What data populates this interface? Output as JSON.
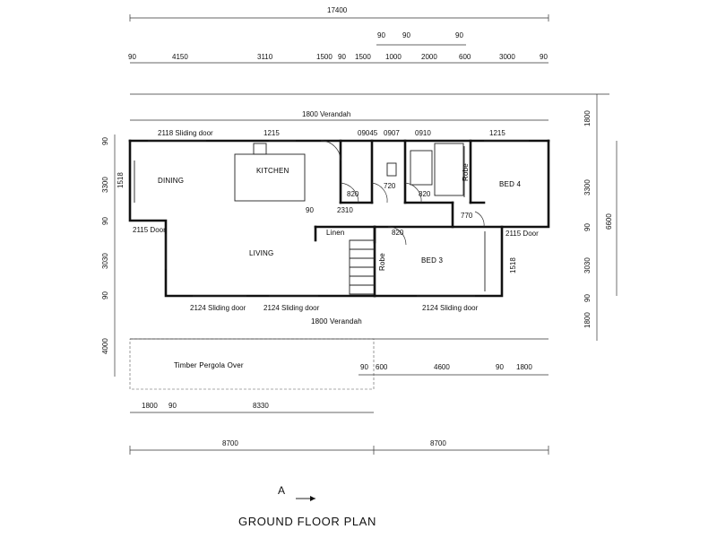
{
  "title": "GROUND FLOOR PLAN",
  "section": "A",
  "rooms": {
    "dining": "DINING",
    "kitchen": "KITCHEN",
    "living": "LIVING",
    "bed3": "BED 3",
    "bed4": "BED 4",
    "linen": "Linen",
    "robe": "Robe",
    "verandah": "1800 Verandah",
    "pergola": "Timber Pergola Over"
  },
  "doors": {
    "sliding_2118": "2118 Sliding door",
    "sliding_2124": "2124 Sliding door",
    "door_2115": "2115 Door"
  },
  "dims": {
    "overall": "17400",
    "d90": "90",
    "d4150": "4150",
    "d3110": "3110",
    "d1500": "1500",
    "d1000": "1000",
    "d2000": "2000",
    "d600": "600",
    "d3000": "3000",
    "d1215": "1215",
    "d09045": "09045",
    "d0907": "0907",
    "d0910": "0910",
    "d820": "820",
    "d720": "720",
    "d770": "770",
    "d2310": "2310",
    "d1518": "1518",
    "d3300": "3300",
    "d3030": "3030",
    "d1800": "1800",
    "d4000": "4000",
    "d6600": "6600",
    "d4600": "4600",
    "d8330": "8330",
    "d8700": "8700"
  }
}
